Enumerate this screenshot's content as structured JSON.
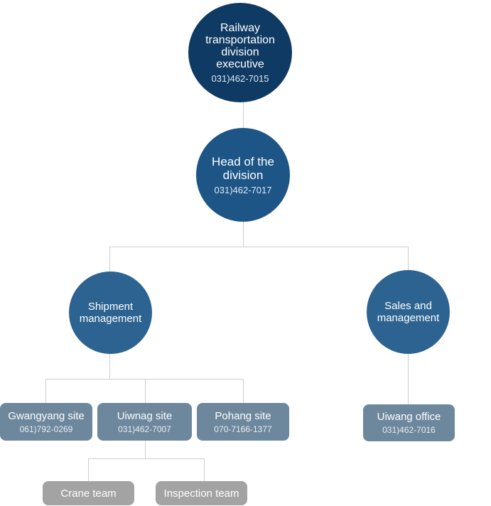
{
  "executive": {
    "title": "Railway transportation division executive",
    "phone": "031)462-7015"
  },
  "head": {
    "title": "Head of the division",
    "phone": "031)462-7017"
  },
  "shipment": {
    "title": "Shipment management"
  },
  "sales": {
    "title": "Sales and management"
  },
  "sites": [
    {
      "title": "Gwangyang site",
      "phone": "061)792-0269"
    },
    {
      "title": "Uiwnag site",
      "phone": "031)462-7007"
    },
    {
      "title": "Pohang site",
      "phone": "070-7166-1377"
    }
  ],
  "office": {
    "title": "Uiwang office",
    "phone": "031)462-7016"
  },
  "teams": [
    {
      "title": "Crane team"
    },
    {
      "title": "Inspection team"
    }
  ],
  "colors": {
    "executive": "#0f3a63",
    "head": "#1d5587",
    "sub": "#2d6390",
    "site": "#6d889d",
    "team": "#a3a3a3",
    "connector": "#cfcfcf"
  }
}
